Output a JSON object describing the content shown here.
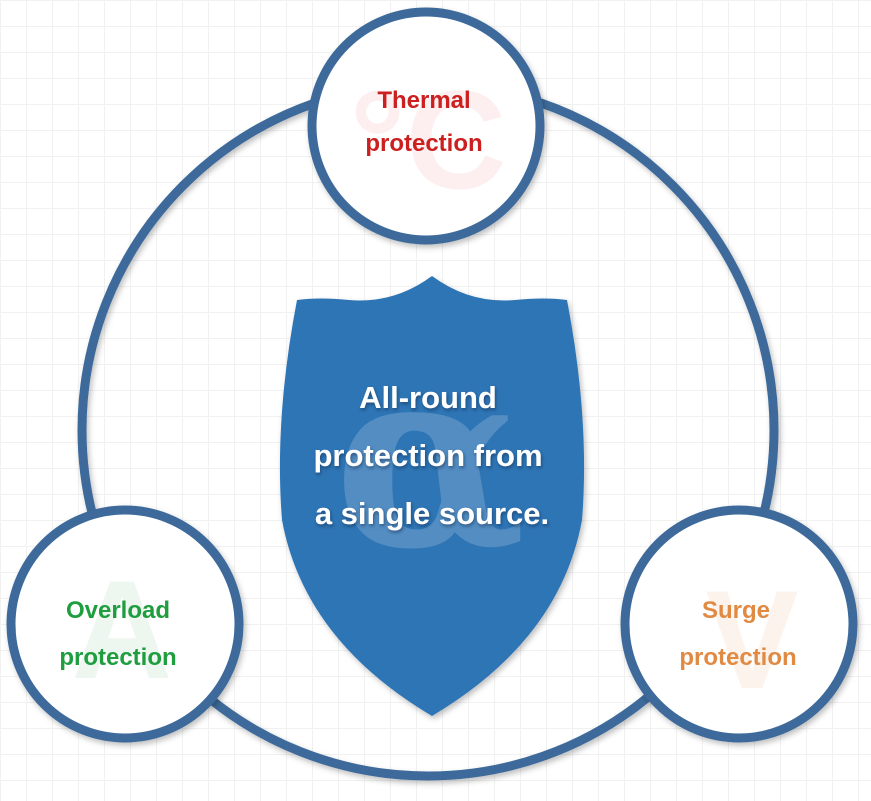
{
  "center": {
    "lines": [
      "All-round",
      "protection from",
      "a single source."
    ],
    "watermark": "α",
    "color": "#2f74b5"
  },
  "ring_color": "#3d6b9a",
  "nodes": {
    "thermal": {
      "lines": [
        "Thermal",
        "protection"
      ],
      "watermark": "°C",
      "color": "#cc1f1f"
    },
    "overload": {
      "lines": [
        "Overload",
        "protection"
      ],
      "watermark": "A",
      "color": "#1e9e3e"
    },
    "surge": {
      "lines": [
        "Surge",
        "protection"
      ],
      "watermark": "V",
      "color": "#e08a43"
    }
  }
}
